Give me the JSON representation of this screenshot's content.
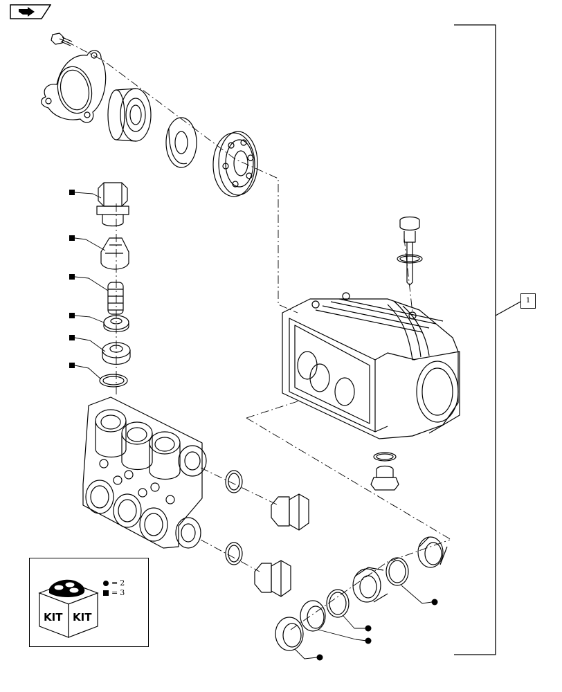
{
  "callout": {
    "reference_number": "1"
  },
  "kit_legend": [
    {
      "symbol": "circle",
      "equals": "=",
      "value": "2"
    },
    {
      "symbol": "square",
      "equals": "=",
      "value": "3"
    }
  ],
  "kit_label": "KIT",
  "icons": {
    "nav_badge": "arrow-right-icon",
    "kit_box": "kit-box-icon"
  },
  "colors": {
    "line": "#000000",
    "background": "#ffffff"
  }
}
